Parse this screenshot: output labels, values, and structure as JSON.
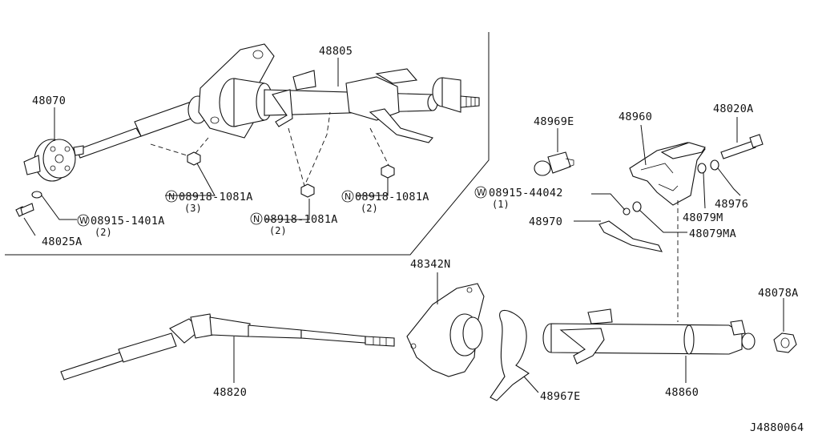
{
  "diagram_id": "J4880064",
  "parts": {
    "p48805": {
      "number": "48805"
    },
    "p48070": {
      "number": "48070"
    },
    "p48025A": {
      "number": "48025A"
    },
    "p08915_1401A": {
      "prefix": "W",
      "number": "08915-1401A",
      "qty": "(2)"
    },
    "p08918_1081A_a": {
      "prefix": "N",
      "number": "08918-1081A",
      "qty": "(3)"
    },
    "p08918_1081A_b": {
      "prefix": "N",
      "number": "08918-1081A",
      "qty": "(2)"
    },
    "p08918_1081A_c": {
      "prefix": "N",
      "number": "08918-1081A",
      "qty": "(2)"
    },
    "p48969E": {
      "number": "48969E"
    },
    "p48960": {
      "number": "48960"
    },
    "p48020A": {
      "number": "48020A"
    },
    "p08915_44042": {
      "prefix": "W",
      "number": "08915-44042",
      "qty": "(1)"
    },
    "p48976": {
      "number": "48976"
    },
    "p48079M": {
      "number": "48079M"
    },
    "p48970": {
      "number": "48970"
    },
    "p48079MA": {
      "number": "48079MA"
    },
    "p48342N": {
      "number": "48342N"
    },
    "p48078A": {
      "number": "48078A"
    },
    "p48820": {
      "number": "48820"
    },
    "p48860": {
      "number": "48860"
    },
    "p48967E": {
      "number": "48967E"
    }
  }
}
